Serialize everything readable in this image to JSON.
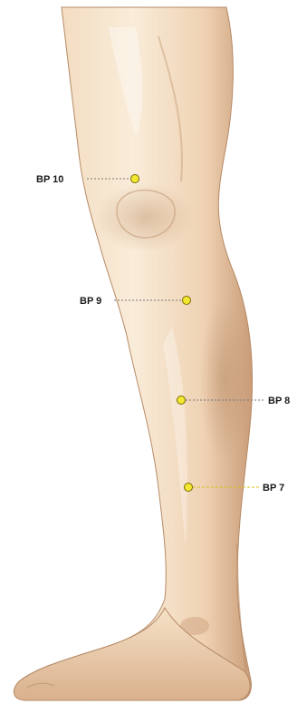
{
  "points": [
    {
      "label": "BP 10",
      "marker_color": "#f2e830"
    },
    {
      "label": "BP 9",
      "marker_color": "#f2e830"
    },
    {
      "label": "BP 8",
      "marker_color": "#f2e830"
    },
    {
      "label": "BP 7",
      "marker_color": "#f2e830"
    }
  ],
  "colors": {
    "skin_light": "#f7e6cf",
    "skin_mid": "#ecc9a8",
    "skin_shadow": "#c99c78",
    "leader_line_gray": "#777777",
    "leader_line_yellow": "#d8c21a"
  },
  "icons": {
    "marker": "yellow-circle-marker"
  }
}
